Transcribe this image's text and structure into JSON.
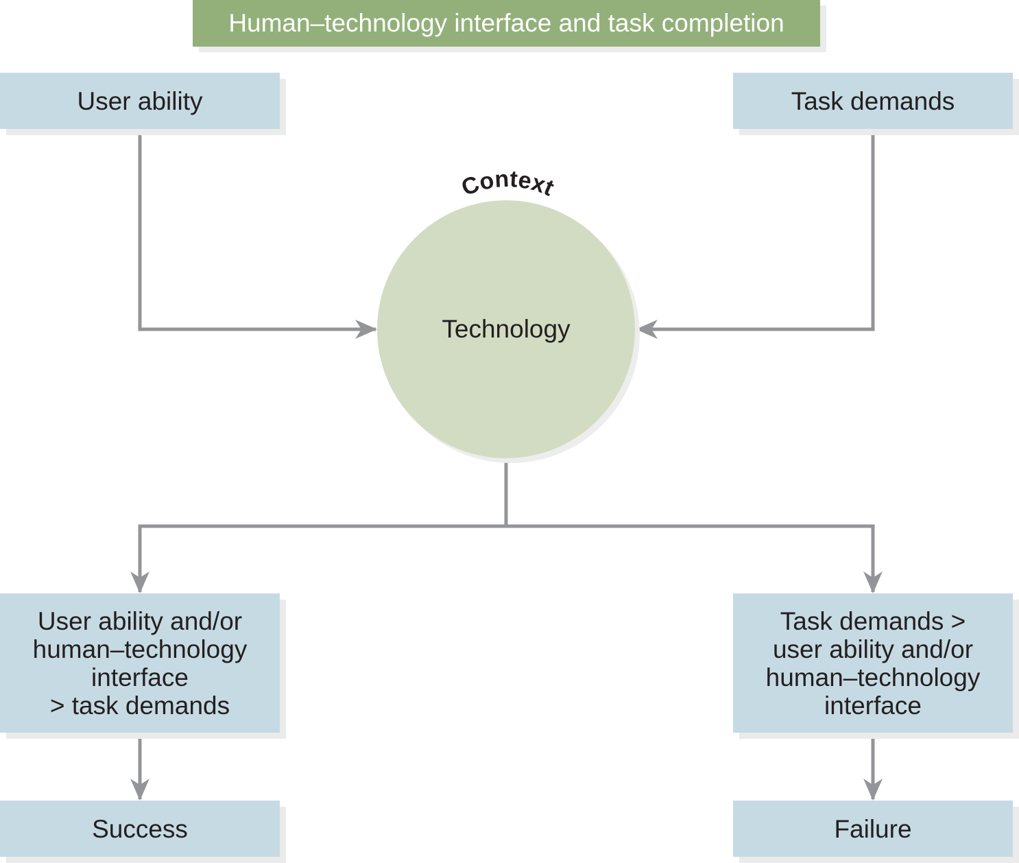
{
  "title": "Human–technology interface and task completion",
  "nodes": {
    "user_ability": "User ability",
    "task_demands": "Task demands",
    "context": "Context",
    "technology": "Technology",
    "success_condition": "User ability and/or\nhuman–technology\ninterface\n> task demands",
    "failure_condition": "Task demands >\nuser ability and/or\nhuman–technology\ninterface",
    "success": "Success",
    "failure": "Failure"
  },
  "colors": {
    "title_fill": "#93b07a",
    "box_fill": "#c6dae3",
    "circle_fill": "#d2dcc2",
    "connector": "#939598"
  }
}
